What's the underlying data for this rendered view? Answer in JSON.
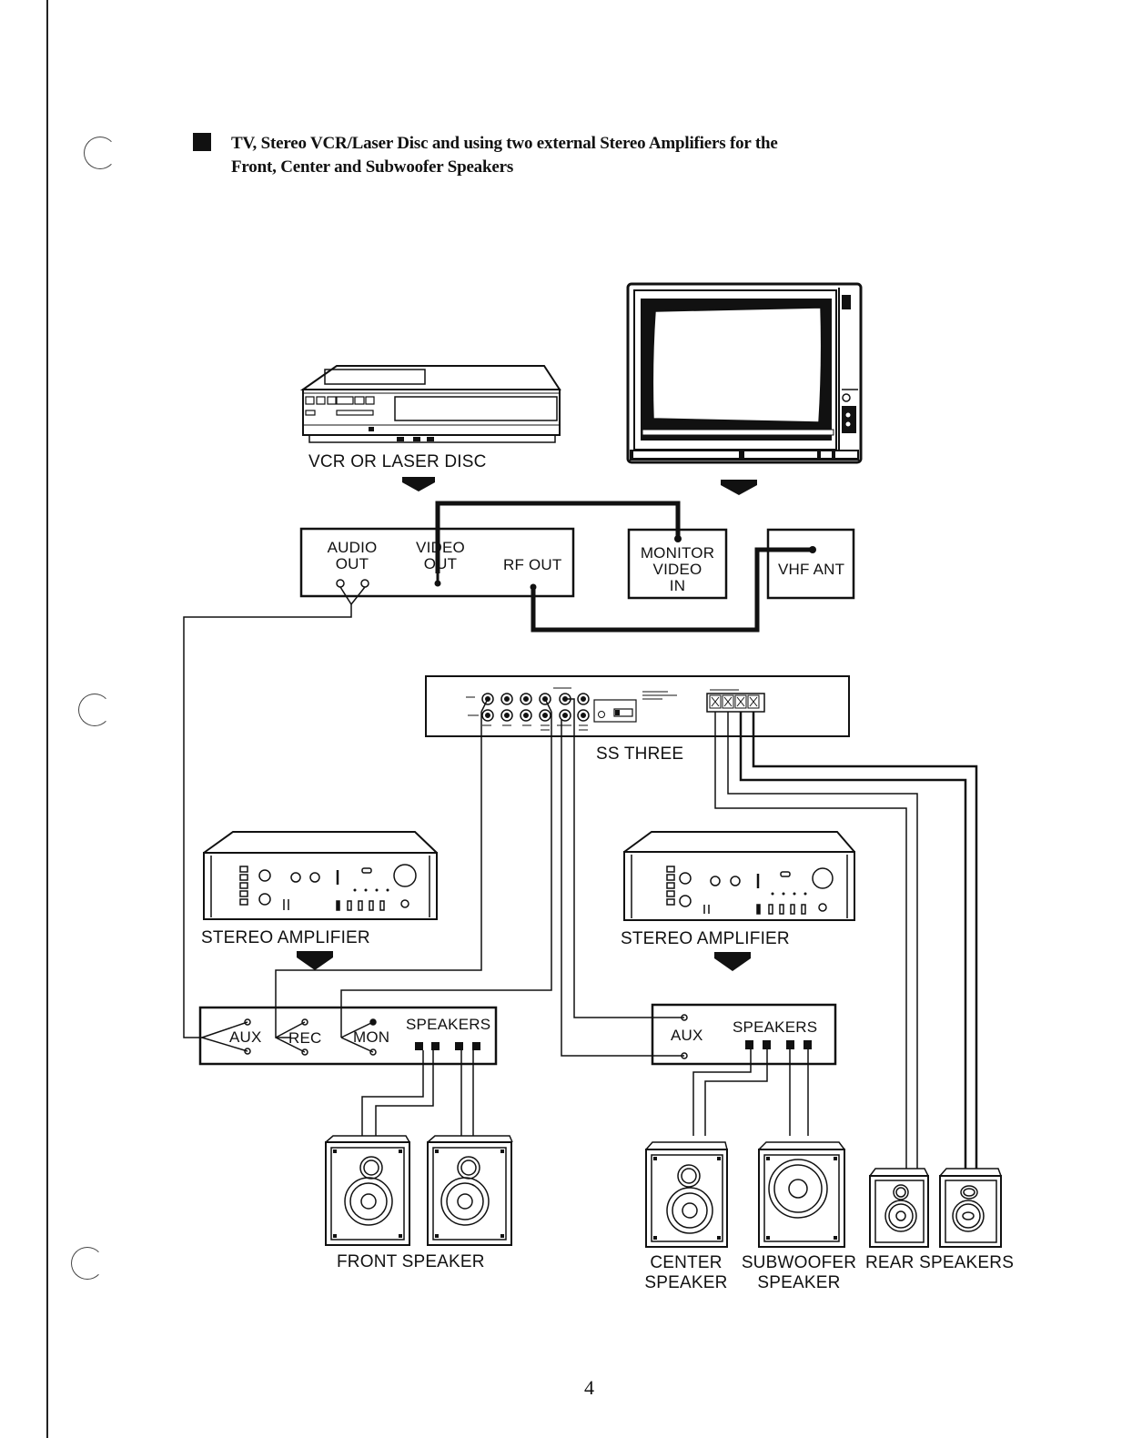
{
  "heading": {
    "line1": "TV, Stereo VCR/Laser Disc and using two external Stereo Amplifiers for the",
    "line2": "Front, Center and Subwoofer Speakers"
  },
  "devices": {
    "vcr": "VCR OR LASER DISC",
    "receiver": "SS THREE",
    "amp_left": "STEREO AMPLIFIER",
    "amp_right": "STEREO AMPLIFIER"
  },
  "vcr_panel": {
    "audio_out_1": "AUDIO",
    "audio_out_2": "OUT",
    "video_out_1": "VIDEO",
    "video_out_2": "OUT",
    "rf_out": "RF OUT"
  },
  "tv_panel": {
    "monitor_1": "MONITOR",
    "monitor_2": "VIDEO",
    "monitor_3": "IN",
    "vhf_ant": "VHF ANT"
  },
  "amp_left_panel": {
    "aux": "AUX",
    "rec": "REC",
    "mon": "MON",
    "speakers": "SPEAKERS"
  },
  "amp_right_panel": {
    "aux": "AUX",
    "speakers": "SPEAKERS"
  },
  "speakers": {
    "front": "FRONT SPEAKER",
    "center_1": "CENTER",
    "center_2": "SPEAKER",
    "sub_1": "SUBWOOFER",
    "sub_2": "SPEAKER",
    "rear": "REAR SPEAKERS"
  },
  "page_number": "4"
}
